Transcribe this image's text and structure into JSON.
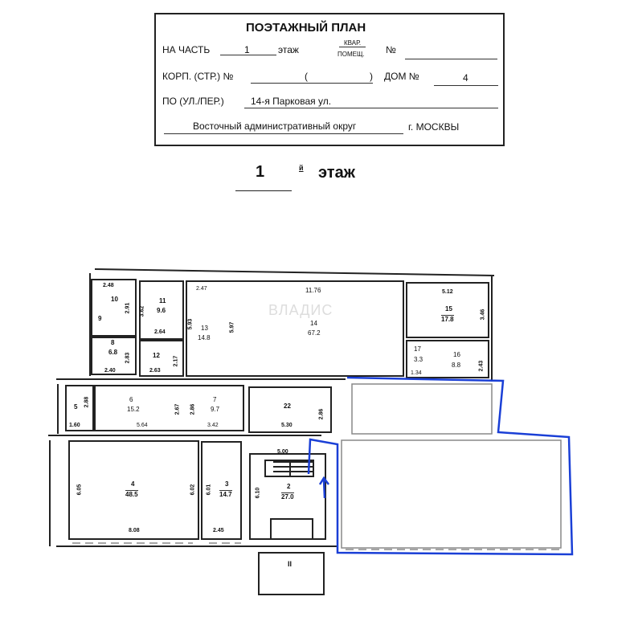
{
  "header": {
    "title": "ПОЭТАЖНЫЙ ПЛАН",
    "na_chast_label": "НА ЧАСТЬ",
    "floor_value": "1",
    "etazh_label": "этаж",
    "kvar_label": "КВАР.",
    "pomesh_label": "ПОМЕЩ.",
    "number_sign": "№",
    "korp_label": "КОРП. (СТР.) №",
    "korp_open": "(",
    "korp_close": ")",
    "dom_label": "ДОМ №",
    "dom_value": "4",
    "street_label": "ПО (УЛ./ПЕР.)",
    "street_value": "14-я Парковая ул.",
    "district_value": "Восточный административный округ",
    "city_value": "г. МОСКВЫ"
  },
  "floor_title": {
    "number": "1",
    "suffix": "й",
    "word": "этаж"
  },
  "watermark": "ВЛАДИС",
  "rooms": {
    "r10": {
      "num": "10",
      "dims": [
        "2.48",
        "2.91"
      ]
    },
    "r9": {
      "num": "9"
    },
    "r8": {
      "num": "8",
      "area": "6.8",
      "dims": [
        "2.40",
        "2.83"
      ]
    },
    "r11": {
      "num": "11",
      "area": "9.6",
      "dims": [
        "3.62",
        "2.64"
      ]
    },
    "r12": {
      "num": "12",
      "dims": [
        "2.63",
        "2.17"
      ]
    },
    "r13": {
      "num": "13",
      "area": "14.8",
      "dims": [
        "2.47",
        "5.93"
      ]
    },
    "r14": {
      "num": "14",
      "area": "67.2",
      "dims": [
        "11.76",
        "5.97"
      ]
    },
    "r15": {
      "num": "15",
      "area": "17.8",
      "dims": [
        "5.12",
        "3.46"
      ]
    },
    "r16": {
      "num": "16",
      "area": "8.8",
      "dims": [
        "2.43"
      ]
    },
    "r17": {
      "num": "17",
      "area": "3.3",
      "dims": [
        "1.34"
      ]
    },
    "r5": {
      "num": "5",
      "dims": [
        "2.88",
        "1.60"
      ]
    },
    "r6": {
      "num": "6",
      "area": "15.2",
      "dims": [
        "5.64",
        "2.67"
      ]
    },
    "r7": {
      "num": "7",
      "area": "9.7",
      "dims": [
        "2.86",
        "3.42"
      ]
    },
    "r22": {
      "num": "22",
      "dims": [
        "5.30",
        "2.86"
      ]
    },
    "r4": {
      "num": "4",
      "area": "48.5",
      "dims": [
        "6.05",
        "6.02",
        "8.08"
      ]
    },
    "r3": {
      "num": "3",
      "area": "14.7",
      "dims": [
        "6.01",
        "2.45"
      ]
    },
    "r2": {
      "num": "2",
      "area": "27.0",
      "dims": [
        "5.00",
        "6.10"
      ]
    },
    "porch": {
      "num": "II"
    }
  },
  "colors": {
    "highlight": "#1a3fd6",
    "ink": "#111111"
  }
}
